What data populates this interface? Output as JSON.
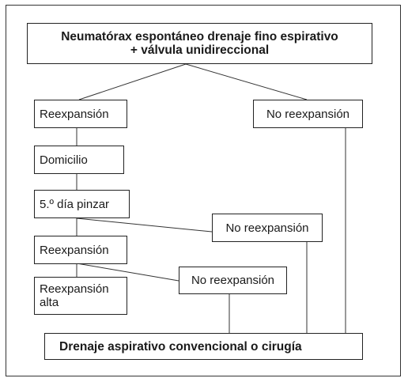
{
  "diagram": {
    "top": "Neumatórax espontáneo drenaje fino espirativo\n+ válvula unidireccional",
    "reexpansion_1": "Reexpansión",
    "no_reexpansion_1": "No reexpansión",
    "domicilio": "Domicilio",
    "dia_pinzar": "5.º día pinzar",
    "no_reexpansion_2": "No reexpansión",
    "reexpansion_2": "Reexpansión",
    "no_reexpansion_3": "No reexpansión",
    "reexpansion_alta": "Reexpansión\nalta",
    "bottom": "Drenaje aspirativo convencional o cirugía"
  }
}
